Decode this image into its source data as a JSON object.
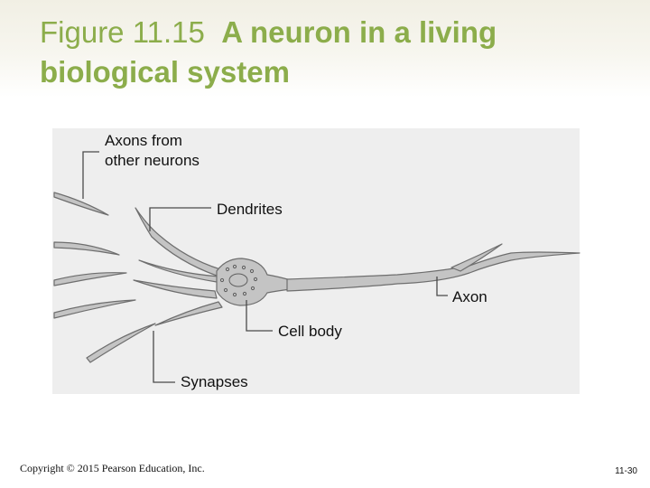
{
  "slide": {
    "title_number": "Figure 11.15",
    "title_text": "A neuron in a living biological system",
    "copyright": "Copyright © 2015 Pearson Education, Inc.",
    "page_number": "11-30"
  },
  "diagram": {
    "labels": {
      "axons_line1": "Axons from",
      "axons_line2": "other neurons",
      "dendrites": "Dendrites",
      "axon": "Axon",
      "cell_body": "Cell body",
      "synapses": "Synapses"
    },
    "colors": {
      "title": "#8cad4b",
      "neuron_fill": "#c4c4c4",
      "neuron_stroke": "#6e6e6e",
      "leader_line": "#4a4a4a",
      "panel": "#eeeeee"
    }
  }
}
